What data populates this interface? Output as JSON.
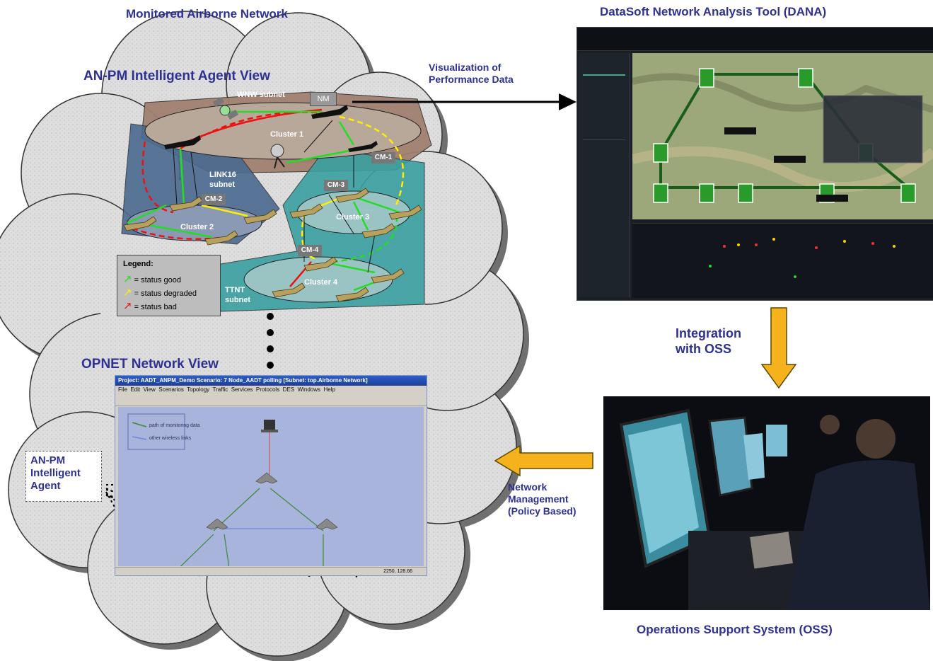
{
  "titles": {
    "monitored": "Monitored Airborne Network",
    "dana": "DataSoft Network Analysis Tool (DANA)",
    "agent_view": "AN-PM Intelligent Agent View",
    "opnet_view": "OPNET Network View",
    "oss": "Operations Support System (OSS)"
  },
  "arrows": {
    "visualization": [
      "Visualization of",
      "Performance Data"
    ],
    "integration": [
      "Integration",
      "with OSS"
    ],
    "network_mgmt": [
      "Network",
      "Management",
      "(Policy Based)"
    ]
  },
  "agent_box": [
    "AN-PM",
    "Intelligent",
    "Agent"
  ],
  "subnets": {
    "wnw": "WNW subnet",
    "link16": [
      "LINK16",
      "subnet"
    ],
    "ttnt": [
      "TTNT",
      "subnet"
    ]
  },
  "clusters": [
    "Cluster 1",
    "Cluster 2",
    "Cluster 3",
    "Cluster 4"
  ],
  "node_tags": {
    "nm": "NM",
    "cm1": "CM-1",
    "cm2": "CM-2",
    "cm3": "CM-3",
    "cm4": "CM-4"
  },
  "legend": {
    "title": "Legend:",
    "items": [
      {
        "color": "#22dd22",
        "label": "= status good"
      },
      {
        "color": "#ffee00",
        "label": "= status degraded"
      },
      {
        "color": "#ee1111",
        "label": "= status bad"
      }
    ]
  },
  "colors": {
    "title_blue": "#2e3192",
    "arrow_orange": "#f5b21c",
    "wnw": "#a08070",
    "link16": "#4a6a90",
    "ttnt": "#3aa0a0"
  },
  "opnet": {
    "title": "Project: AADT_ANPM_Demo Scenario: 7 Node_AADT polling [Subnet: top.Airborne Network]",
    "menu": [
      "File",
      "Edit",
      "View",
      "Scenarios",
      "Topology",
      "Traffic",
      "Services",
      "Protocols",
      "DES",
      "Windows",
      "Help"
    ],
    "legend": [
      "path of monitoring data",
      "other wireless links"
    ],
    "status": "2250, 128.66"
  }
}
